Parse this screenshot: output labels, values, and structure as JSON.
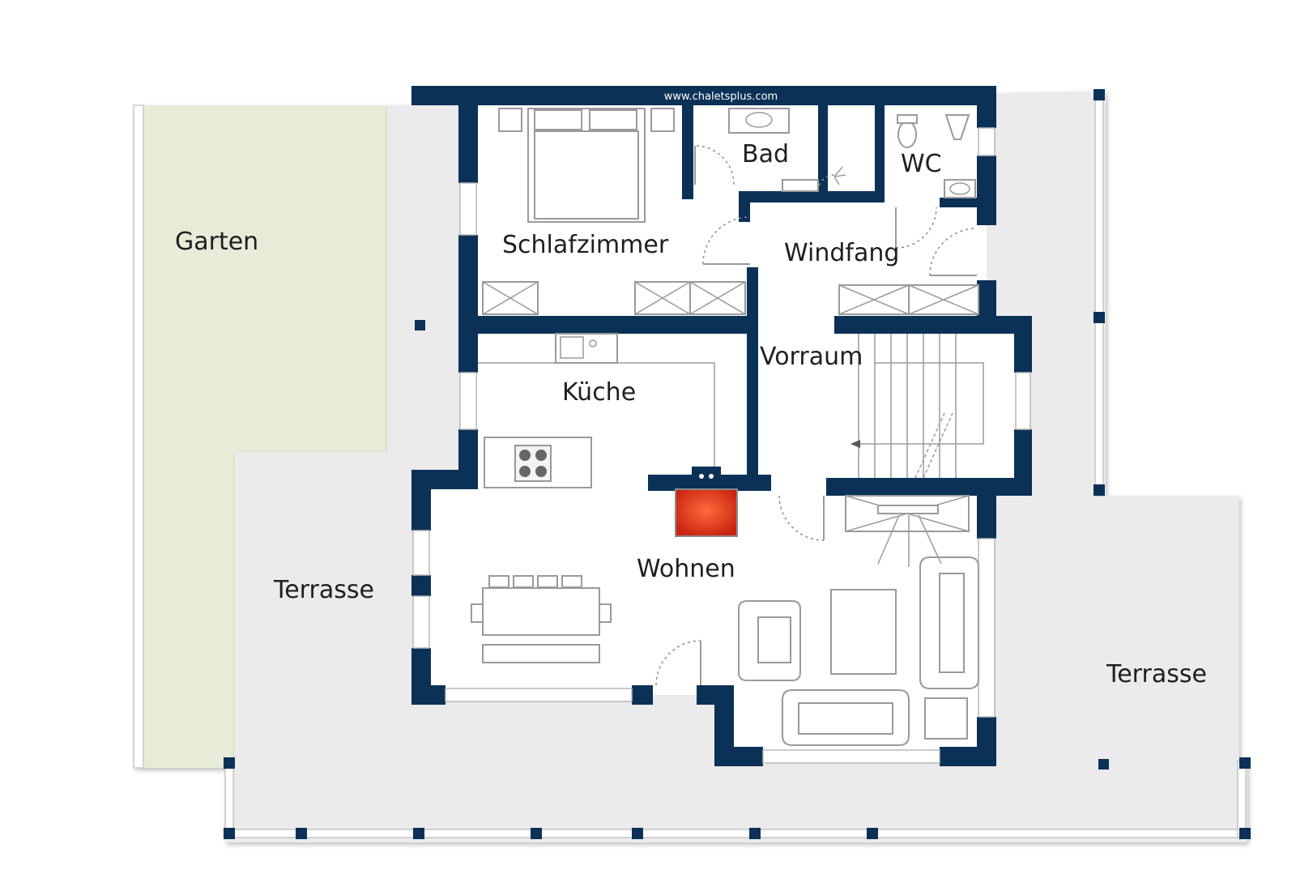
{
  "watermark": "www.chaletsplus.com",
  "rooms": {
    "garten": "Garten",
    "schlafzimmer": "Schlafzimmer",
    "bad": "Bad",
    "wc": "WC",
    "windfang": "Windfang",
    "vorraum": "Vorraum",
    "kueche": "Küche",
    "wohnen": "Wohnen",
    "terrasse_left": "Terrasse",
    "terrasse_right": "Terrasse"
  },
  "colors": {
    "wall": "#0b3157",
    "garden": "#e6ecd8",
    "terrace": "#ebebeb",
    "interior": "#ffffff",
    "fireplace": "#e23b20",
    "furniture_stroke": "#9a9a9a"
  },
  "icons": {
    "bed": "bed-icon",
    "toilet": "toilet-icon",
    "sink": "sink-icon",
    "shower": "shower-icon",
    "stove": "cooktop-icon",
    "fireplace": "fireplace-icon",
    "dining": "dining-table-icon",
    "sofa": "sofa-icon",
    "stairs": "staircase-icon"
  }
}
